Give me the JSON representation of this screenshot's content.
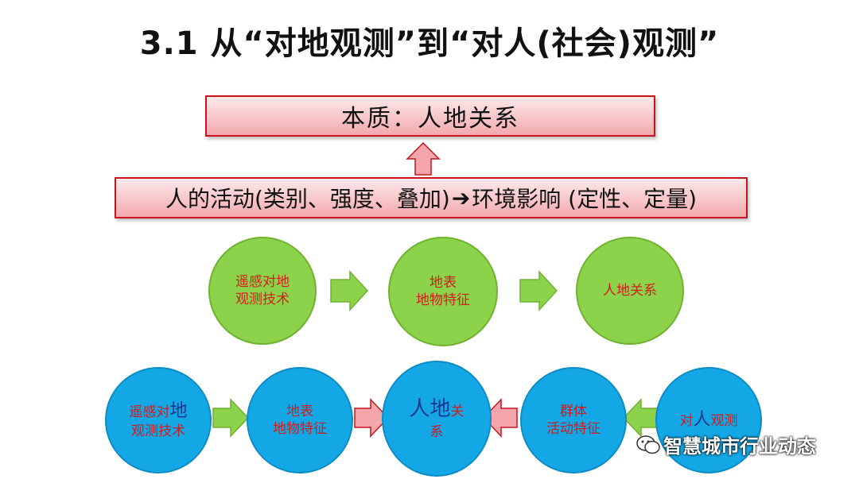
{
  "title": "3.1 从“对地观测”到“对人(社会)观测”",
  "top_box": "本质：人地关系",
  "mid_box": {
    "part1": "人的活动(类别、强度、叠加)",
    "arrow": "➔",
    "part2": "环境影响 (定性、定量)"
  },
  "green_row": {
    "c1": [
      "遥感对地",
      "观测技术"
    ],
    "c2": [
      "地表",
      "地物特征"
    ],
    "c3": "人地关系"
  },
  "blue_row": {
    "c1": {
      "a": "遥感对",
      "b": "地",
      "c": "观测技术"
    },
    "c2": [
      "地表",
      "地物特征"
    ],
    "c3": {
      "a": "人地",
      "b": "关",
      "c": "系"
    },
    "c4": [
      "群体",
      "活动特征"
    ],
    "c5": {
      "a": "对",
      "b": "人",
      "c": "观测"
    }
  },
  "watermark": {
    "text": "智慧城市行业动态",
    "icon": "wechat-icon"
  },
  "colors": {
    "green": "#8cd24a",
    "blue": "#14a7e6",
    "red_border": "#c8141e",
    "arrow_green": "#8cd24a",
    "arrow_pink": "#f4a6ac"
  }
}
